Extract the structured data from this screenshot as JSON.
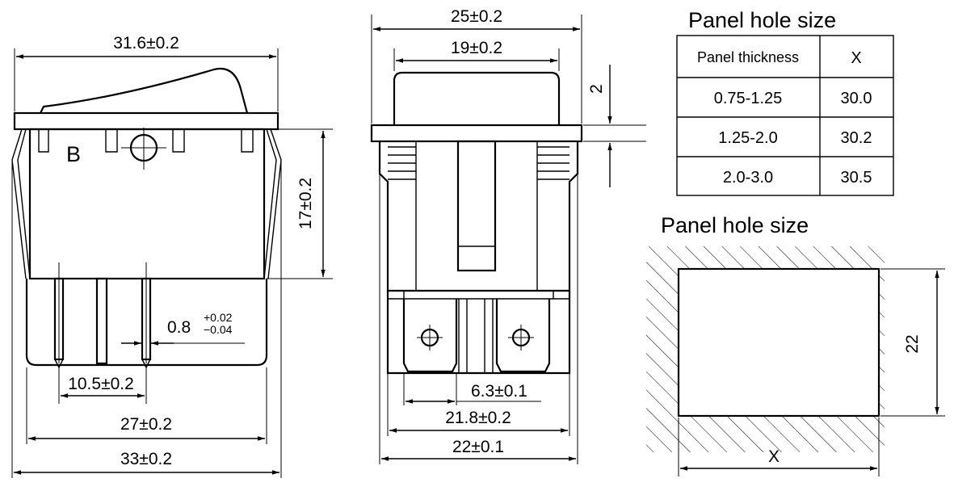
{
  "side_view": {
    "width_top": "31.6±0.2",
    "height": "17±0.2",
    "pin_thickness_main": "0.8",
    "pin_thickness_tol_plus": "+0.02",
    "pin_thickness_tol_minus": "−0.04",
    "pin_pitch": "10.5±0.2",
    "inner_width": "27±0.2",
    "overall_width": "33±0.2",
    "mark_b": "B"
  },
  "front_view": {
    "width_top": "25±0.2",
    "button_width": "19±0.2",
    "flange_thickness": "2",
    "terminal_width": "6.3±0.1",
    "body_width": "21.8±0.2",
    "overall_width": "22±0.1"
  },
  "table": {
    "title": "Panel hole size",
    "headers": [
      "Panel thickness",
      "X"
    ],
    "rows": [
      [
        "0.75-1.25",
        "30.0"
      ],
      [
        "1.25-2.0",
        "30.2"
      ],
      [
        "2.0-3.0",
        "30.5"
      ]
    ]
  },
  "panel_hole": {
    "title": "Panel hole size",
    "height_dim": "22",
    "width_dim": "X"
  }
}
